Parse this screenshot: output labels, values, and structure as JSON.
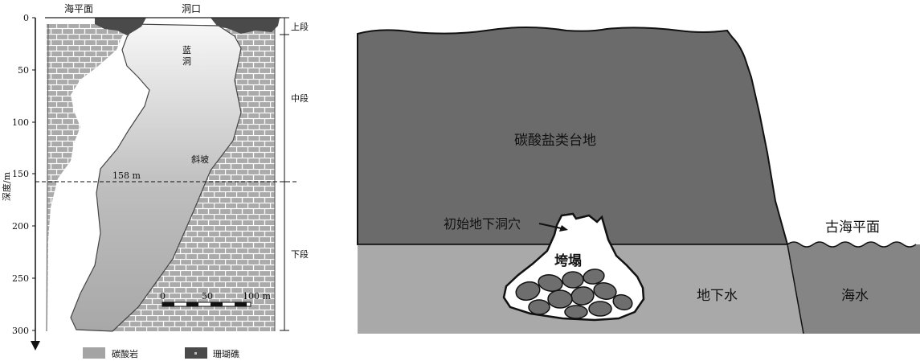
{
  "left_panel": {
    "top_labels": {
      "sea_level": "海平面",
      "cave_mouth": "洞口"
    },
    "y_axis": {
      "title": "深度/m",
      "ticks": [
        "0",
        "50",
        "100",
        "150",
        "200",
        "250",
        "300"
      ]
    },
    "cave_labels": {
      "name_line1": "蓝",
      "name_line2": "洞",
      "slope": "斜坡"
    },
    "depth_marker": "158 m",
    "segments": [
      "上段",
      "中段",
      "下段"
    ],
    "scale_bar": {
      "ticks": [
        "0",
        "50",
        "100 m"
      ]
    },
    "legend": [
      {
        "label": "碳酸岩",
        "color": "#a4a4a4"
      },
      {
        "label": "珊瑚礁",
        "color": "#4a4a4a"
      }
    ]
  },
  "right_panel": {
    "labels": {
      "platform": "碳酸盐类台地",
      "initial_cave": "初始地下洞穴",
      "collapse": "垮塌",
      "groundwater": "地下水",
      "ancient_sea_level": "古海平面",
      "seawater": "海水"
    },
    "colors": {
      "platform": "#6b6b6b",
      "groundwater": "#a9a9a9",
      "seawater": "#858585",
      "rubble": "#6e6e6e"
    }
  }
}
